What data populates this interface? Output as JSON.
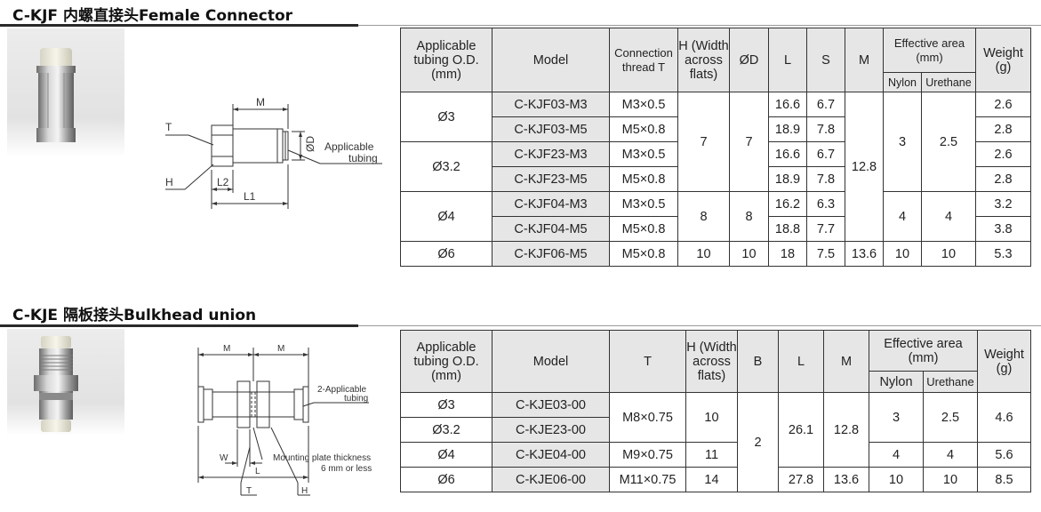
{
  "kjf": {
    "title": "C-KJF 内螺直接头Female Connector",
    "drawing": {
      "label_m": "M",
      "label_t": "T",
      "label_h": "H",
      "label_l2": "L2",
      "label_l1": "L1",
      "label_od": "ØD",
      "label_applicable": "Applicable",
      "label_tubing": "tubing"
    },
    "table": {
      "headers": {
        "tubing": "Applicable tubing O.D. (mm)",
        "model": "Model",
        "thread": "Connection thread T",
        "width": "H (Width across flats)",
        "od": "ØD",
        "l": "L",
        "s": "S",
        "m": "M",
        "effective": "Effective area (mm)",
        "nylon": "Nylon",
        "urethane": "Urethane",
        "weight": "Weight (g)"
      },
      "rows": [
        {
          "model": "C-KJF03-M3",
          "thread": "M3×0.5",
          "l": "16.6",
          "s": "6.7",
          "weight": "2.6"
        },
        {
          "model": "C-KJF03-M5",
          "thread": "M5×0.8",
          "l": "18.9",
          "s": "7.8",
          "weight": "2.8"
        },
        {
          "model": "C-KJF23-M3",
          "thread": "M3×0.5",
          "l": "16.6",
          "s": "6.7",
          "weight": "2.6"
        },
        {
          "model": "C-KJF23-M5",
          "thread": "M5×0.8",
          "l": "18.9",
          "s": "7.8",
          "weight": "2.8"
        },
        {
          "model": "C-KJF04-M3",
          "thread": "M3×0.5",
          "l": "16.2",
          "s": "6.3",
          "weight": "3.2"
        },
        {
          "model": "C-KJF04-M5",
          "thread": "M5×0.8",
          "l": "18.8",
          "s": "7.7",
          "weight": "3.8"
        },
        {
          "model": "C-KJF06-M5",
          "thread": "M5×0.8",
          "l": "18",
          "s": "7.5",
          "weight": "5.3"
        }
      ],
      "groups": {
        "tubing_3": "Ø3",
        "tubing_32": "Ø3.2",
        "tubing_4": "Ø4",
        "tubing_6": "Ø6",
        "width_a": "7",
        "od_a": "7",
        "width_b": "8",
        "od_b": "8",
        "width_c": "10",
        "od_c": "10",
        "m_a": "12.8",
        "m_c": "13.6",
        "nylon_a": "3",
        "urethane_a": "2.5",
        "nylon_b": "4",
        "urethane_b": "4",
        "nylon_c": "10",
        "urethane_c": "10"
      }
    }
  },
  "kje": {
    "title": "C-KJE 隔板接头Bulkhead union",
    "drawing": {
      "label_m1": "M",
      "label_m2": "M",
      "label_applicable": "2-Applicable",
      "label_tubing": "tubing",
      "label_w": "W",
      "label_l": "L",
      "label_mounting": "Mounting plate thickness",
      "label_mounting2": "6 mm or less",
      "label_t": "T",
      "label_h": "H"
    },
    "table": {
      "headers": {
        "tubing": "Applicable tubing O.D. (mm)",
        "model": "Model",
        "t": "T",
        "width": "H (Width across flats)",
        "b": "B",
        "l": "L",
        "m": "M",
        "effective": "Effective area (mm)",
        "nylon": "Nylon",
        "urethane": "Urethane",
        "weight": "Weight (g)"
      },
      "rows": [
        {
          "tubing": "Ø3",
          "model": "C-KJE03-00",
          "weight": "4.6"
        },
        {
          "tubing": "Ø3.2",
          "model": "C-KJE23-00"
        },
        {
          "tubing": "Ø4",
          "model": "C-KJE04-00",
          "t": "M9×0.75",
          "width": "11",
          "nylon": "4",
          "urethane": "4",
          "weight": "5.6"
        },
        {
          "tubing": "Ø6",
          "model": "C-KJE06-00",
          "t": "M11×0.75",
          "width": "14",
          "l": "27.8",
          "m": "13.6",
          "nylon": "10",
          "urethane": "10",
          "weight": "8.5"
        }
      ],
      "groups": {
        "t_a": "M8×0.75",
        "width_a": "10",
        "b": "2",
        "l_a": "26.1",
        "m_a": "12.8",
        "nylon_a": "3",
        "urethane_a": "2.5"
      }
    }
  }
}
